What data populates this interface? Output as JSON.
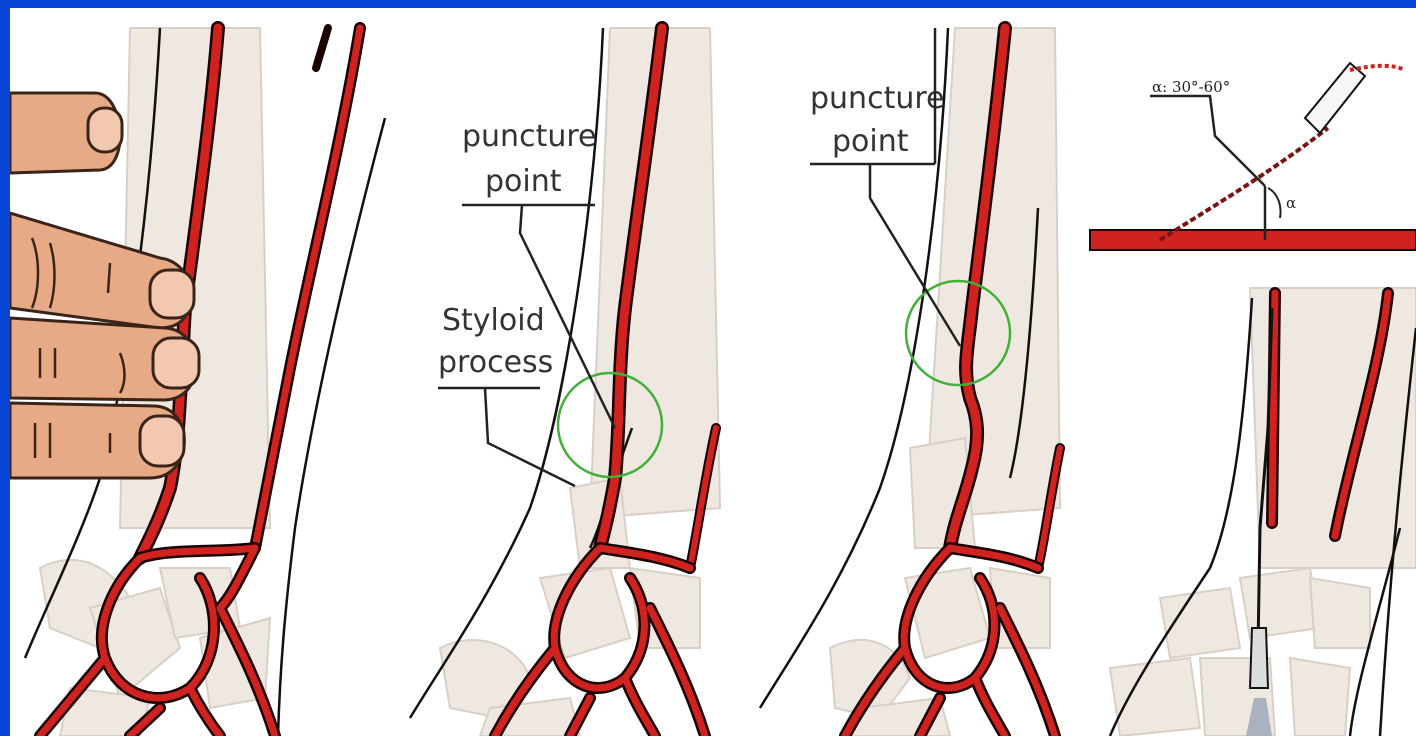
{
  "labels": {
    "puncture_line1": "puncture",
    "puncture_line2": "point",
    "styloid_line1": "Styloid",
    "styloid_line2": "process",
    "angle_range": "α: 30°-60°",
    "angle_symbol": "α"
  },
  "colors": {
    "frame": "#0a46d6",
    "artery": "#d0221f",
    "bone_fill": "#efe8e0",
    "skin": "#e7aa86",
    "target_circle": "#43b03a"
  }
}
